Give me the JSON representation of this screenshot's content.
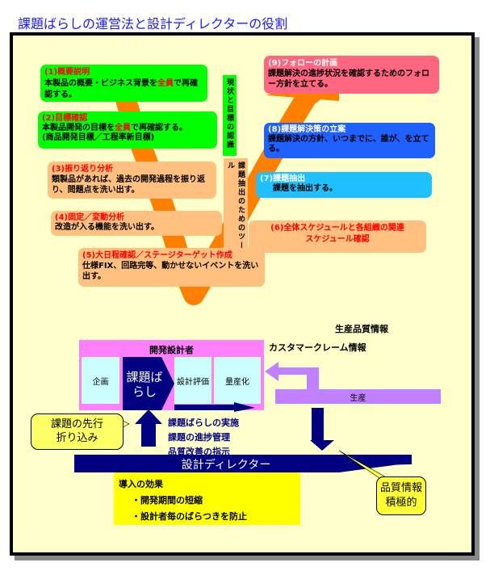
{
  "title": "課題ばらしの運営法と設計ディレクターの役割",
  "steps": [
    {
      "head": "(1)概要説明",
      "pre": "本製品の概要・ビジネス背景を",
      "em": "全員",
      "post": "で再確認する。"
    },
    {
      "head": "(2)目標確認",
      "pre": "本製品開発の目標を",
      "em": "全員",
      "post": "で再確認する。",
      "line2": "(商品開発目標／工程率新目標)"
    },
    {
      "head": "(3)振り返り分析",
      "body": "類製品があれば、過去の開発過程を振り返り、問題点を洗い出す。"
    },
    {
      "head": "(4)固定／変動分析",
      "body": "改造が入る機能を洗い出す。"
    },
    {
      "head": "(5)大日程確認／ステージターゲット作成",
      "body": "仕様FIX、回路完等、動かせないイベントを洗い出す。"
    },
    {
      "head": "(6)全体スケジュールと各組織の関連",
      "line2": "スケジュール確認"
    },
    {
      "head": "(7)課題抽出",
      "body": "課題を抽出する。"
    },
    {
      "head": "(8)課題解決策の立案",
      "body": "課題解決の方針、いつまでに、誰が、を立てる。"
    },
    {
      "head": "(9)フォローの計画",
      "body": "課題解決の進捗状況を確認するためのフォロー方針を立てる。"
    }
  ],
  "phase_labels": {
    "recognize": "現状と目標の認識",
    "tools": "課題抽出のためのツール"
  },
  "flow": {
    "prod_quality": "生産品質情報",
    "claims": "カスタマークレーム情報",
    "designers": "開発設計者",
    "plan": "企画",
    "kadai": "課題ばらし",
    "eval": "設計評価",
    "mass": "量産化",
    "production": "生産",
    "actions": [
      "課題ばらしの実施",
      "課題の進捗管理",
      "品質改善の指示"
    ],
    "director": "設計ディレクター",
    "callout_left": "課題の先行折り込み",
    "callout_right": "品質情報積極的",
    "effects_title": "導入の効果",
    "effects": [
      "・開発期間の短縮",
      "・設計者毎のばらつきを防止"
    ]
  },
  "colors": {
    "green": "#00ff00",
    "peach": "#ffc080",
    "pink": "#ff6680",
    "blue": "#2060ff",
    "cyan": "#20c0ff",
    "navy": "#000080",
    "orange": "#ff8000"
  }
}
